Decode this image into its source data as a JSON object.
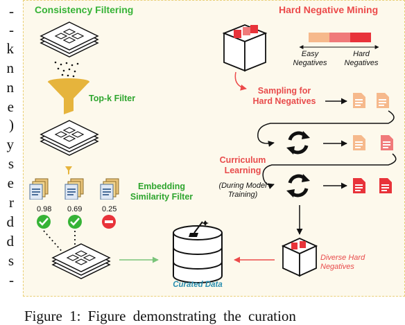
{
  "edge_letters": [
    "-",
    "-",
    "k",
    "n",
    "n",
    "e",
    ")",
    "y",
    "s",
    "e",
    "r",
    "d",
    "d",
    "s",
    "-"
  ],
  "panel": {
    "title_left": "Consistency Filtering",
    "title_right": "Hard Negative Mining"
  },
  "left": {
    "topk_label": "Top-k Filter",
    "embedding_label_line1": "Embedding",
    "embedding_label_line2": "Similarity Filter",
    "scores": [
      "0.98",
      "0.69",
      "0.25"
    ],
    "curated_label": "Curated Data"
  },
  "right": {
    "legend_easy_line1": "Easy",
    "legend_easy_line2": "Negatives",
    "legend_hard_line1": "Hard",
    "legend_hard_line2": "Negatives",
    "sampling_line1": "Sampling for",
    "sampling_line2": "Hard Negatives",
    "curriculum_line1": "Curriculum",
    "curriculum_line2": "Learning",
    "during_line1": "(During Model",
    "during_line2": "Training)",
    "diverse_line1": "Diverse Hard",
    "diverse_line2": "Negatives"
  },
  "caption": "Figure 1: Figure demonstrating the curation",
  "colors": {
    "green": "#36b336",
    "red": "#ec4a4a",
    "funnel": "#e6b43c",
    "doc_light": "#f6b98c",
    "doc_mid": "#f07a7a",
    "doc_hard": "#e8333a",
    "panel_bg": "#fdf9ec",
    "panel_border": "#e9cf75"
  }
}
